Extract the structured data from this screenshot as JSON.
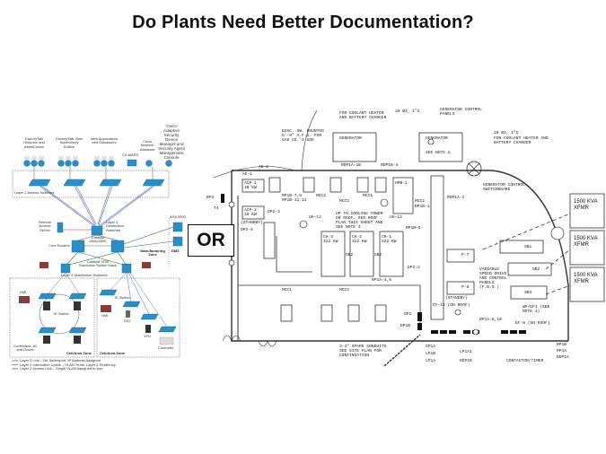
{
  "slide": {
    "title": "Do Plants Need Better Documentation?",
    "or_label": "OR"
  },
  "network_diagram": {
    "top_groups": [
      "FactoryTalk Historian and AssetCentre",
      "FactoryTalk View Supervisory Edition",
      "Web Applications and Databases",
      "CS MARS",
      "Cisco Network Assistant",
      "Cisco Adaptive Security Device Manager and Security Agent Management Console"
    ],
    "labels": {
      "access_switches": "Layer 2 Access Switches",
      "remote_access": "Remote Access Server",
      "l3_distribution": "Layer 3 Distribution Switches",
      "asa": "ASA 5500",
      "core_routers": "Core Routers",
      "catalyst_6500": "Catalyst 6500/4500",
      "dmz": "DMZ",
      "manufacturing_zone": "Manufacturing Zone",
      "catalyst_3750": "Catalyst 3750 Stackwise Switch Stack",
      "l3_dist_switches": "Layer 3 Distribution Switches",
      "hmi_left": "HMI",
      "ie_switch_ring": "IE Switch",
      "ie_switch_right": "IE Switch",
      "hmi_right": "HMI",
      "dio": "DIO",
      "vfd": "VFD",
      "controller": "Controller",
      "controllers_io": "Controllers, IO and Drives",
      "cell_zone_left": "Cell/Area Zone",
      "cell_zone_right": "Cell/Area Zone"
    },
    "legend": [
      {
        "text": "Layer 3 Link – No Switchport, IP Address Assigned",
        "color": "#2e7d32"
      },
      {
        "text": "Layer 2 Interswitch Uplink – VLAN Trunk, Layer 2 Resiliency",
        "color": "#5c6bc0"
      },
      {
        "text": "Layer 2 Access Link – Single VLAN Assigned to port",
        "color": "#c62828"
      }
    ],
    "colors": {
      "device": "#2a8fc7",
      "device_dark": "#1b5e8a",
      "hmi": "#8b3a3a"
    }
  },
  "floor_plan": {
    "labels": {
      "coolant_left": "FOR COOLANT HEATER AND BATTERY CHARGER",
      "gen_left": "GENERATOR",
      "conduit_left": "20 Ø4, 1\"C",
      "gen_control_panels": "GENERATOR CONTROL PANELS",
      "gen_right": "GENERATOR",
      "see_note_2": "SEE NOTE 2",
      "conduit_right": "20 Ø4, 1\"C",
      "coolant_right": "FOR COOLANT HEATER AND BATTERY CHARGER",
      "disc_sw": "DISC. SW. MOUNTED 5'-0\" A.F.G. FOR GAS CO.'S USE",
      "rdp1a_1": "RDP1A-1B",
      "rdp1b_4": "RDP1B-4",
      "gen_switchboard": "GENERATOR CONTROL SWITCHBOARD",
      "rdp1a_2": "RDP1A-2",
      "ae_2": "AE-2",
      "ae_1": "AE-1",
      "rp1b_7": "RP1B-7,9",
      "rp1b_11": "RP1B-11,13",
      "mcc2_a": "MCC2",
      "mcc2_b": "MCC2",
      "mcc1_a": "MCC1",
      "mcc2_hmb": "MCC2",
      "dp1b_1": "DP1B-1",
      "hmb_1": "HMB-1",
      "acp_1": "ACP-1 38 KW",
      "dp2_3": "DP2-3",
      "uh_12": "UH-12",
      "uh_13": "UH-13",
      "cooling_note": "UP TO COOLING TOWER ON ROOF. SEE ROOF PLAN THIS SHEET AND SEE NOTE 4",
      "rp2": "RP2",
      "t4": "T4",
      "acp_2": "ACP-2 38 KW",
      "standby_1": "(STANDBY)",
      "dp2_4": "DP2-4",
      "ch_3": "CH-3 322 KW",
      "ch_2": "CH-2 322 KW",
      "ch_1": "CH-1 322 KW",
      "sb2": "SB2",
      "sb2_b": "SB2",
      "rp1b_5": "RP1B-5",
      "p_7": "P-7",
      "dp2_2": "DP2-2",
      "p_8": "P-8",
      "standby_2": "(STANDBY)",
      "ef_12": "EF-12 (ON ROOF)",
      "vsd_note": "VARIABLE SPEED DRIVE AND CONTROL PANELS (F.B.O.)",
      "sb1": "SB1",
      "sb2_panel": "SB2",
      "sb3": "SB3",
      "xfmr_1": "1500 KVA XFMR",
      "xfmr_2": "1500 KVA XFMR",
      "xfmr_3": "1500 KVA XFMR",
      "mcc1_b": "MCC1",
      "mcc2_c": "MCC2",
      "rp1a_4": "RP1A-4,6",
      "rp1a_8": "RP1A-8,10",
      "wp_note": "WP/GFI (SEE NOTE 4)",
      "ef_8": "EF-8 (ON ROOF)",
      "dp2": "DP2",
      "dp1b": "DP1B",
      "spare_conduits": "3-3\" SPARE CONDUITS SEE SITE PLAN FOR CONTINUATION",
      "dp1a": "DP1A",
      "lp1b": "LP1B",
      "lp1a": "LP1A",
      "lp1a1": "LP1A1",
      "rdp1b": "RDP1B",
      "contactor": "CONTACTOR/TIMER",
      "rp1b": "RP1B",
      "rp1a": "RP1A",
      "rdp1a": "RDP1A"
    }
  }
}
